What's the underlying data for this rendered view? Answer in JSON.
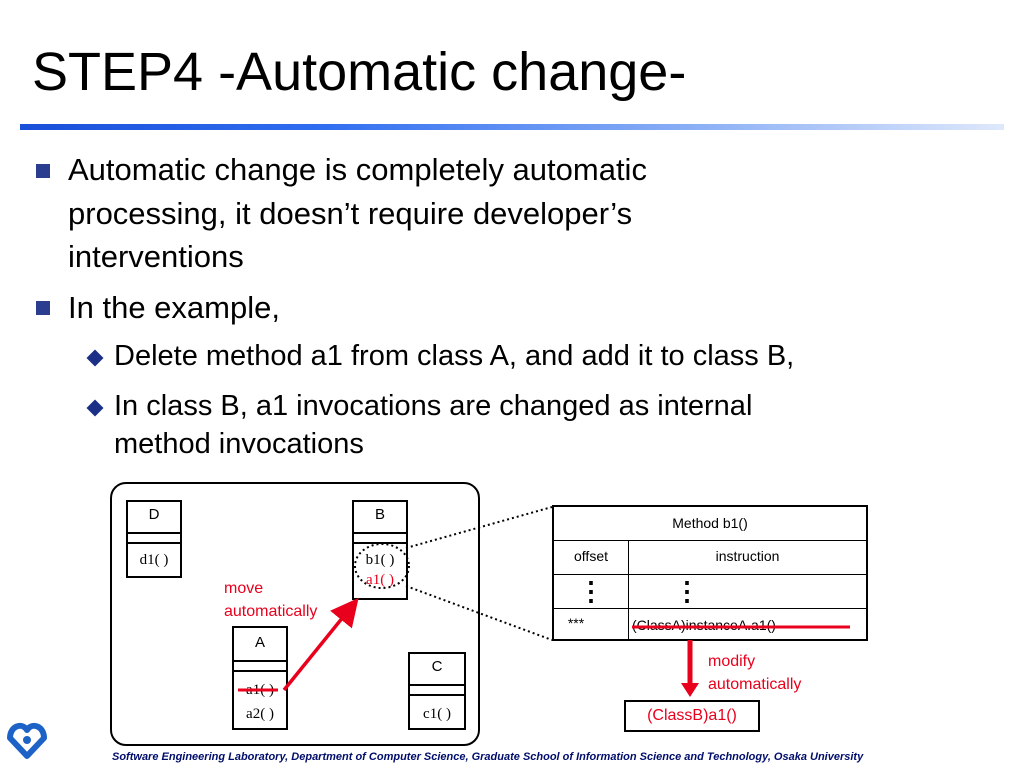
{
  "slide": {
    "title": "STEP4 -Automatic change-",
    "bullets": [
      {
        "lines": [
          "Automatic change is completely automatic",
          "processing, it doesn’t require developer’s",
          "interventions"
        ]
      },
      {
        "lines": [
          "In the example,"
        ]
      }
    ],
    "sub_bullets": [
      {
        "lines": [
          "Delete method a1 from class A, and add it to class B,"
        ]
      },
      {
        "lines": [
          "In class B, a1 invocations are changed as internal",
          "method invocations"
        ]
      }
    ]
  },
  "diagram": {
    "classes": {
      "D": {
        "name": "D",
        "methods": [
          "d1( )"
        ]
      },
      "B": {
        "name": "B",
        "methods": [
          "b1( )",
          "a1( )"
        ]
      },
      "A": {
        "name": "A",
        "methods": [
          "a1( )",
          "a2( )"
        ]
      },
      "C": {
        "name": "C",
        "methods": [
          "c1( )"
        ]
      }
    },
    "move_note": [
      "move",
      "automatically"
    ],
    "method_table": {
      "title": "Method b1()",
      "headers": [
        "offset",
        "instruction"
      ],
      "ellipsis": "⋮",
      "row": {
        "offset": "***",
        "instruction": "(ClassA)instanceA.a1()"
      }
    },
    "modify_note": [
      "modify",
      "automatically"
    ],
    "result": "(ClassB)a1()"
  },
  "footer": "Software Engineering Laboratory,  Department of Computer Science,  Graduate School of Information Science and Technology,  Osaka University",
  "colors": {
    "accent": "#e8001c",
    "bullet": "#2a3d8f",
    "rule": "#2f6df0",
    "footer": "#000d6b"
  }
}
